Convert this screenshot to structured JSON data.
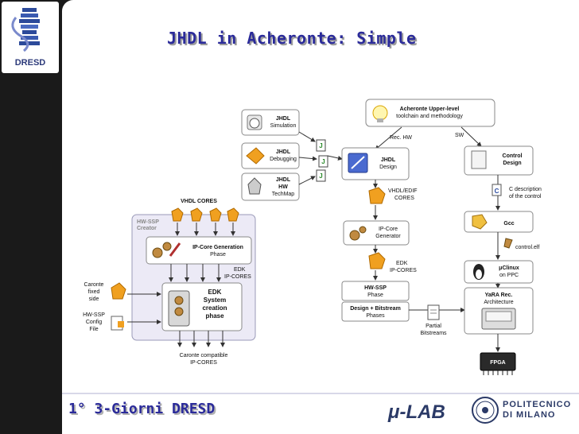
{
  "slide": {
    "title": "JHDL in Acheronte: Simple",
    "footer": "1° 3-Giorni DRESD",
    "logo_text": "DRESD",
    "lab_logo_text": "μ-LAB",
    "university_line1": "POLITECNICO",
    "university_line2": "DI MILANO"
  },
  "diagram": {
    "acheronte": {
      "line1": "Acheronte Upper-level",
      "line2": "toolchain and methodology"
    },
    "rec_hw": "Rec. HW",
    "sw": "SW",
    "jhdl_simulation": {
      "line1": "JHDL",
      "line2": "Simulation"
    },
    "jhdl_debugging": {
      "line1": "JHDL",
      "line2": "Debugging"
    },
    "jhdl_techmap": {
      "line1": "JHDL",
      "line2": "HW",
      "line3": "TechMap"
    },
    "jhdl_design": {
      "line1": "JHDL",
      "line2": "Design"
    },
    "control_design": {
      "line1": "Control",
      "line2": "Design"
    },
    "c_description": {
      "line1": "C description",
      "line2": "of the control"
    },
    "gcc": "Gcc",
    "control_elf": "control.elf",
    "uclinux": {
      "line1": "μClinux",
      "line2": "on PPC"
    },
    "yara": {
      "line1": "YaRA Rec.",
      "line2": "Architecture"
    },
    "fpga": "FPGA",
    "vhdl_edif": {
      "line1": "VHDL/EDIF",
      "line2": "CORES"
    },
    "ip_core_gen_small": {
      "line1": "IP-Core",
      "line2": "Generator"
    },
    "edk_ip_cores_right": {
      "line1": "EDK",
      "line2": "IP-CORES"
    },
    "hw_ssp_phase": {
      "line1": "HW-SSP",
      "line2": "Phase"
    },
    "design_bitstream": {
      "line1": "Design + Bitstream",
      "line2": "Phases"
    },
    "partial_bitstreams": {
      "line1": "Partial",
      "line2": "Bitstreams"
    },
    "vhdl_cores": "VHDL CORES",
    "hw_ssp_creator": {
      "line1": "HW-SSP",
      "line2": "Creator"
    },
    "ip_core_generation": {
      "line1": "IP-Core Generation",
      "line2": "Phase"
    },
    "edk_ip_cores_left": {
      "line1": "EDK",
      "line2": "IP-CORES"
    },
    "edk_system": {
      "line1": "EDK",
      "line2": "System",
      "line3": "creation",
      "line4": "phase"
    },
    "caronte_fixed": {
      "line1": "Caronte",
      "line2": "fixed",
      "line3": "side"
    },
    "hw_ssp_config": {
      "line1": "HW-SSP",
      "line2": "Config",
      "line3": "File"
    },
    "caronte_compatible": {
      "line1": "Caronte compatible",
      "line2": "IP-CORES"
    },
    "jar_letter": "J",
    "c_letter": "C"
  },
  "colors": {
    "title": "#2b2b9a",
    "accent_orange": "#f0a020",
    "creator_bg": "#eceaf6",
    "box_border": "#8a8a8a"
  }
}
